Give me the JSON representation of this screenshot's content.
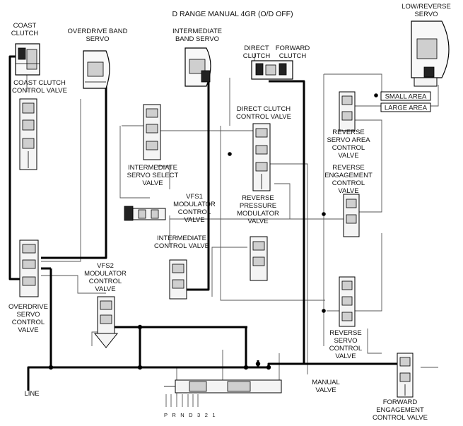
{
  "title": "D RANGE MANUAL 4GR (O/D OFF)",
  "components": {
    "coast_clutch": [
      "COAST",
      "CLUTCH"
    ],
    "overdrive_band_servo": [
      "OVERDRIVE BAND",
      "SERVO"
    ],
    "intermediate_band_servo": [
      "INTERMEDIATE",
      "BAND SERVO"
    ],
    "direct_clutch": [
      "DIRECT",
      "CLUTCH"
    ],
    "forward_clutch": [
      "FORWARD",
      "CLUTCH"
    ],
    "low_reverse_servo": [
      "LOW/REVERSE",
      "SERVO"
    ],
    "small_area": "SMALL AREA",
    "large_area": "LARGE AREA",
    "coast_clutch_control_valve": [
      "COAST CLUTCH",
      "CONTROL VALVE"
    ],
    "direct_clutch_control_valve": [
      "DIRECT CLUTCH",
      "CONTROL VALVE"
    ],
    "reverse_servo_area_control_valve": [
      "REVERSE",
      "SERVO AREA",
      "CONTROL",
      "VALVE"
    ],
    "reverse_engagement_control_valve": [
      "REVERSE",
      "ENGAGEMENT",
      "CONTROL",
      "VALVE"
    ],
    "intermediate_servo_select_valve": [
      "INTERMEDIATE",
      "SERVO SELECT",
      "VALVE"
    ],
    "vfs1_modulator_control_valve": [
      "VFS1",
      "MODULATOR",
      "CONTROL",
      "VALVE"
    ],
    "reverse_pressure_modulator_valve": [
      "REVERSE",
      "PRESSURE",
      "MODULATOR",
      "VALVE"
    ],
    "intermediate_control_valve": [
      "INTERMEDIATE",
      "CONTROL VALVE"
    ],
    "vfs2_modulator_control_valve": [
      "VFS2",
      "MODULATOR",
      "CONTROL",
      "VALVE"
    ],
    "overdrive_servo_control_valve": [
      "OVERDRIVE",
      "SERVO",
      "CONTROL",
      "VALVE"
    ],
    "reverse_servo_control_valve": [
      "REVERSE",
      "SERVO",
      "CONTROL",
      "VALVE"
    ],
    "line": "LINE",
    "manual_valve": [
      "MANUAL",
      "VALVE"
    ],
    "forward_engagement_control_valve": [
      "FORWARD",
      "ENGAGEMENT",
      "CONTROL VALVE"
    ],
    "shift_positions": "P R N D 3 2 1"
  }
}
